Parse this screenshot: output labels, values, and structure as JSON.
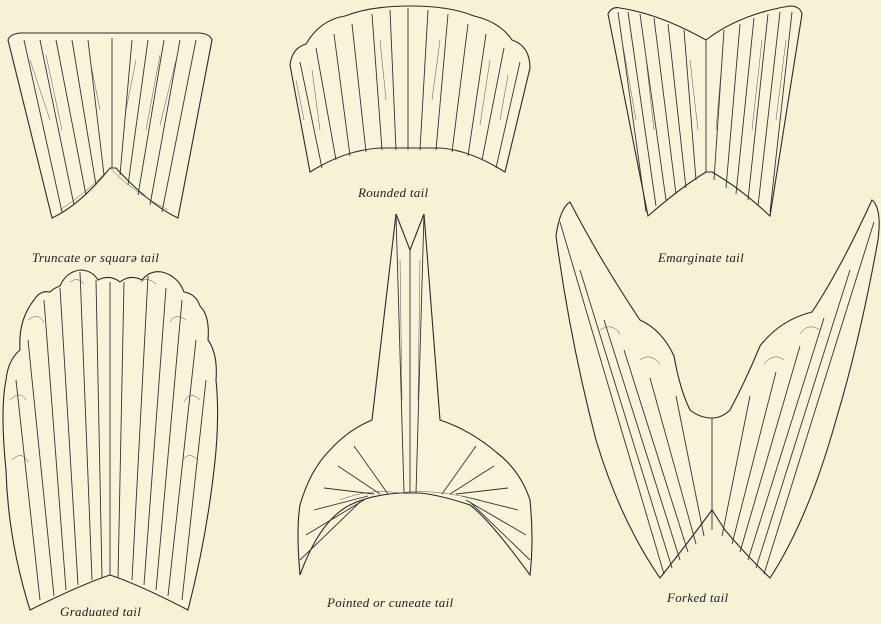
{
  "captions": {
    "truncate": "Truncate or squarə tail",
    "rounded": "Rounded tail",
    "emarginate": "Emarginate tail",
    "graduated": "Graduated tail",
    "pointed": "Pointed or cuneate tail",
    "forked": "Forked tail"
  },
  "colors": {
    "paper": "#f7f1d6",
    "ink": "#2a2a2a"
  }
}
